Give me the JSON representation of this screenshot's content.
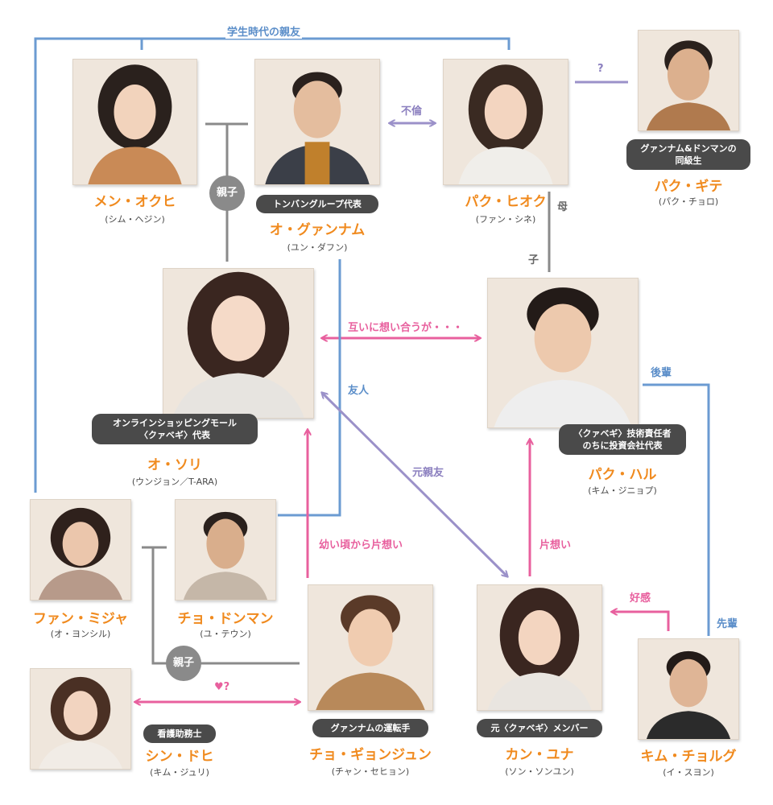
{
  "characters": {
    "min_okhee": {
      "name": "メン・オクヒ",
      "actor": "(シム・ヘジン)"
    },
    "oh_gwannam": {
      "name": "オ・グァンナム",
      "actor": "(ユン・ダフン)",
      "role": "トンバングループ代表"
    },
    "park_hiok": {
      "name": "パク・ヒオク",
      "actor": "(ファン・シネ)"
    },
    "park_gite": {
      "name": "パク・ギテ",
      "actor": "(パク・チョロ)",
      "role_line1": "グァンナム&ドンマンの",
      "role_line2": "同級生"
    },
    "oh_sori": {
      "name": "オ・ソリ",
      "actor": "(ウンジョン／T-ARA)",
      "role_line1": "オンラインショッピングモール",
      "role_line2": "〈クァベギ〉代表"
    },
    "park_haru": {
      "name": "パク・ハル",
      "actor": "(キム・ジニョプ)",
      "role_line1": "〈クァベギ〉技術責任者",
      "role_line2": "のちに投資会社代表"
    },
    "hwang_mija": {
      "name": "ファン・ミジャ",
      "actor": "(オ・ヨンシル)"
    },
    "cho_dongman": {
      "name": "チョ・ドンマン",
      "actor": "(ユ・テウン)"
    },
    "cho_gyeongjun": {
      "name": "チョ・ギョンジュン",
      "actor": "(チャン・セヒョン)",
      "role": "グァンナムの運転手"
    },
    "kang_yuna": {
      "name": "カン・ユナ",
      "actor": "(ソン・ソンユン)",
      "role": "元〈クァベギ〉メンバー"
    },
    "kim_chorgu": {
      "name": "キム・チョルグ",
      "actor": "(イ・スヨン)"
    },
    "shin_dohee": {
      "name": "シン・ドヒ",
      "actor": "(キム・ジュリ)",
      "role": "看護助務士"
    }
  },
  "relations": {
    "school_friends": "学生時代の親友",
    "affair": "不倫",
    "question": "?",
    "parent_child_1": "親子",
    "mother": "母",
    "child": "子",
    "mutual_love": "互いに想い合うが・・・",
    "friend": "友人",
    "ex_best_friend": "元親友",
    "junior": "後輩",
    "senior": "先輩",
    "childhood_crush": "幼い頃から片想い",
    "one_sided": "片想い",
    "fondness": "好感",
    "parent_child_2": "親子",
    "heart_question": "♥?"
  },
  "colors": {
    "blue": "#6b9bd2",
    "pink": "#e8609e",
    "purple": "#9b91c9",
    "gray": "#8a8a8a",
    "name_orange": "#f08a1e",
    "badge": "#4a4a4a"
  }
}
